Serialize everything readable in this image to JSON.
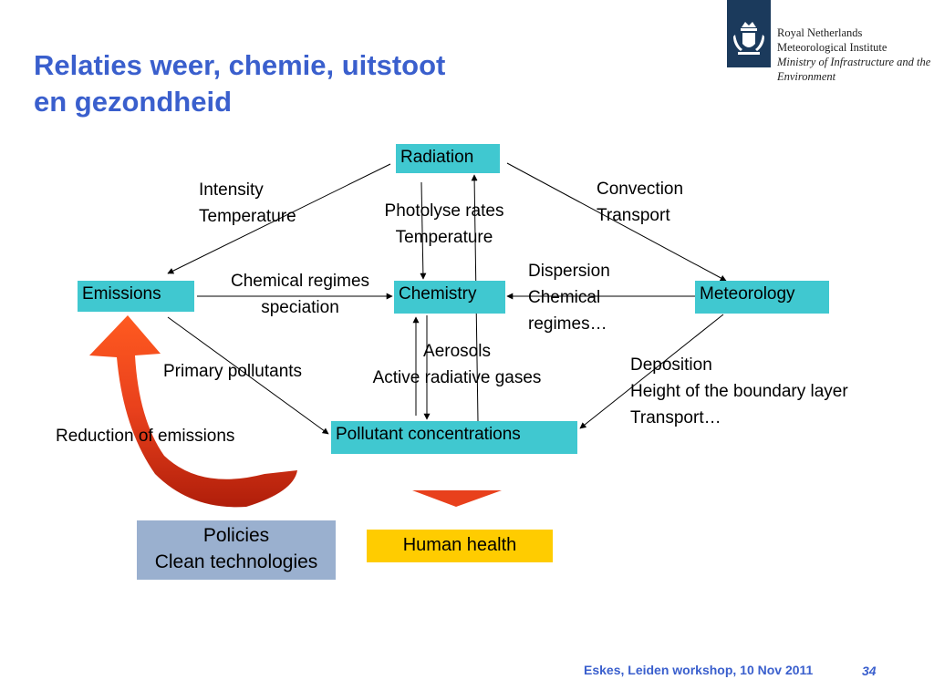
{
  "title": {
    "line1": "Relaties weer, chemie, uitstoot",
    "line2": "en gezondheid"
  },
  "logo": {
    "line1": "Royal Netherlands",
    "line2": "Meteorological Institute",
    "line3": "Ministry of Infrastructure and the",
    "line4": "Environment",
    "emblem_icon": "crown-lion-crest-icon",
    "color": "#1b3a5c"
  },
  "nodes": {
    "radiation": "Radiation",
    "emissions": "Emissions",
    "chemistry": "Chemistry",
    "meteorology": "Meteorology",
    "pollutants": "Pollutant concentrations",
    "policies_line1": "Policies",
    "policies_line2": "Clean technologies",
    "health": "Human health"
  },
  "labels": {
    "intensity_temp": [
      "Intensity",
      "Temperature"
    ],
    "photolyse": [
      "Photolyse rates",
      "Temperature"
    ],
    "convection": [
      "Convection",
      "Transport"
    ],
    "chem_regimes": [
      "Chemical regimes",
      "speciation"
    ],
    "dispersion": [
      "Dispersion",
      "Chemical",
      "regimes…"
    ],
    "aerosols": [
      "Aerosols",
      "Active radiative gases"
    ],
    "primary": "Primary pollutants",
    "deposition": [
      "Deposition",
      "Height of the boundary layer",
      "Transport…"
    ],
    "reduction": "Reduction of emissions"
  },
  "footer": {
    "text": "Eskes, Leiden workshop, 10 Nov 2011",
    "page": "34"
  },
  "colors": {
    "title": "#3a5fcd",
    "node": "#40c8d0",
    "policies": "#9ab0cf",
    "health": "#ffcc00",
    "curved_arrow": "#e8401c",
    "down_arrow": "#e8401c"
  }
}
